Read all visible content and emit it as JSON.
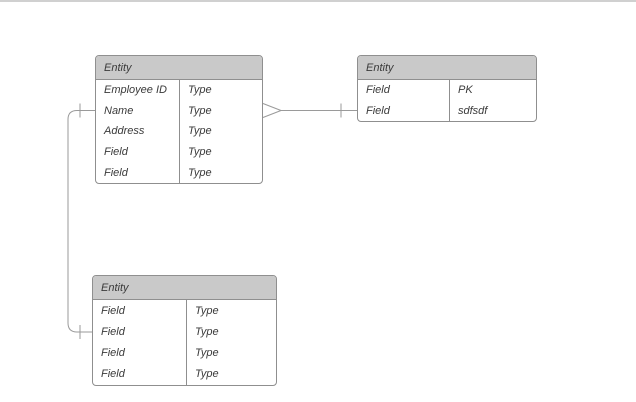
{
  "canvas": {
    "background": "#ffffff",
    "top_bar_color": "#d0d0d0"
  },
  "colors": {
    "header_fill": "#c9c9c9",
    "border": "#8f8f8f",
    "text": "#3a3a3a",
    "connector": "#9a9a9a"
  },
  "tables": [
    {
      "title": "Entity",
      "rows": [
        {
          "field": "Employee ID",
          "type": "Type"
        },
        {
          "field": "Name",
          "type": "Type"
        },
        {
          "field": "Address",
          "type": "Type"
        },
        {
          "field": "Field",
          "type": "Type"
        },
        {
          "field": "Field",
          "type": "Type"
        }
      ]
    },
    {
      "title": "Entity",
      "rows": [
        {
          "field": "Field",
          "type": "PK"
        },
        {
          "field": "Field",
          "type": "sdfsdf"
        }
      ]
    },
    {
      "title": "Entity",
      "rows": [
        {
          "field": "Field",
          "type": "Type"
        },
        {
          "field": "Field",
          "type": "Type"
        },
        {
          "field": "Field",
          "type": "Type"
        },
        {
          "field": "Field",
          "type": "Type"
        }
      ]
    }
  ],
  "relationships": [
    {
      "from": "entity-1",
      "from_row": "Name",
      "from_cardinality": "many",
      "to": "entity-2",
      "to_row": "Field (sdfsdf)",
      "to_cardinality": "one"
    },
    {
      "from": "entity-1",
      "from_row": "Name",
      "from_cardinality": "one",
      "to": "entity-3",
      "to_row": "Field (row 2)",
      "to_cardinality": "one"
    }
  ]
}
